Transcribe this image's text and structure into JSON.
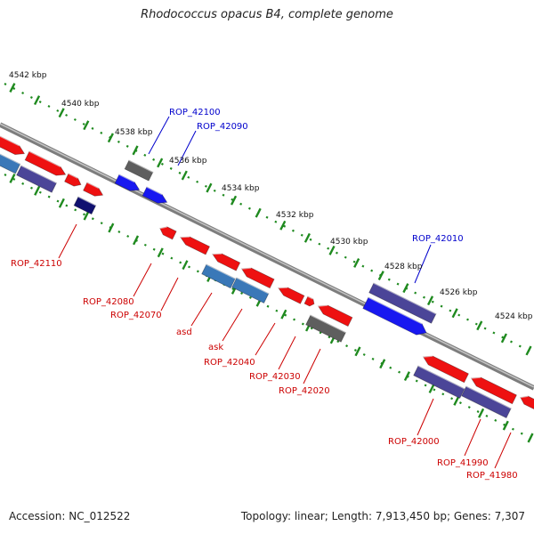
{
  "title": "Rhodococcus opacus B4, complete genome",
  "accession_text": "Accession: NC_012522",
  "summary_text": "Topology: linear; Length: 7,913,450 bp; Genes: 7,307",
  "colors": {
    "backbone": "#8c8c8c",
    "ruler": "#1f8a1f",
    "red_gene": "#ee1111",
    "blue_gene": "#1818f0",
    "slate_gene": "#4b4598",
    "steel_gene": "#3a78b8",
    "gray_gene": "#5e5e5e",
    "navy_gene": "#101070",
    "red_label": "#cc0000",
    "blue_label": "#0000cc"
  },
  "ruler_labels": [
    "4542 kbp",
    "4540 kbp",
    "4538 kbp",
    "4536 kbp",
    "4534 kbp",
    "4532 kbp",
    "4530 kbp",
    "4528 kbp",
    "4526 kbp",
    "4524 kbp"
  ],
  "gene_labels": {
    "upper": [
      "ROP_42100",
      "ROP_42090",
      "ROP_42010"
    ],
    "lower": [
      "ROP_42110",
      "ROP_42080",
      "ROP_42070",
      "asd",
      "ask",
      "ROP_42040",
      "ROP_42030",
      "ROP_42020",
      "ROP_42000",
      "ROP_41990",
      "ROP_41980"
    ]
  }
}
